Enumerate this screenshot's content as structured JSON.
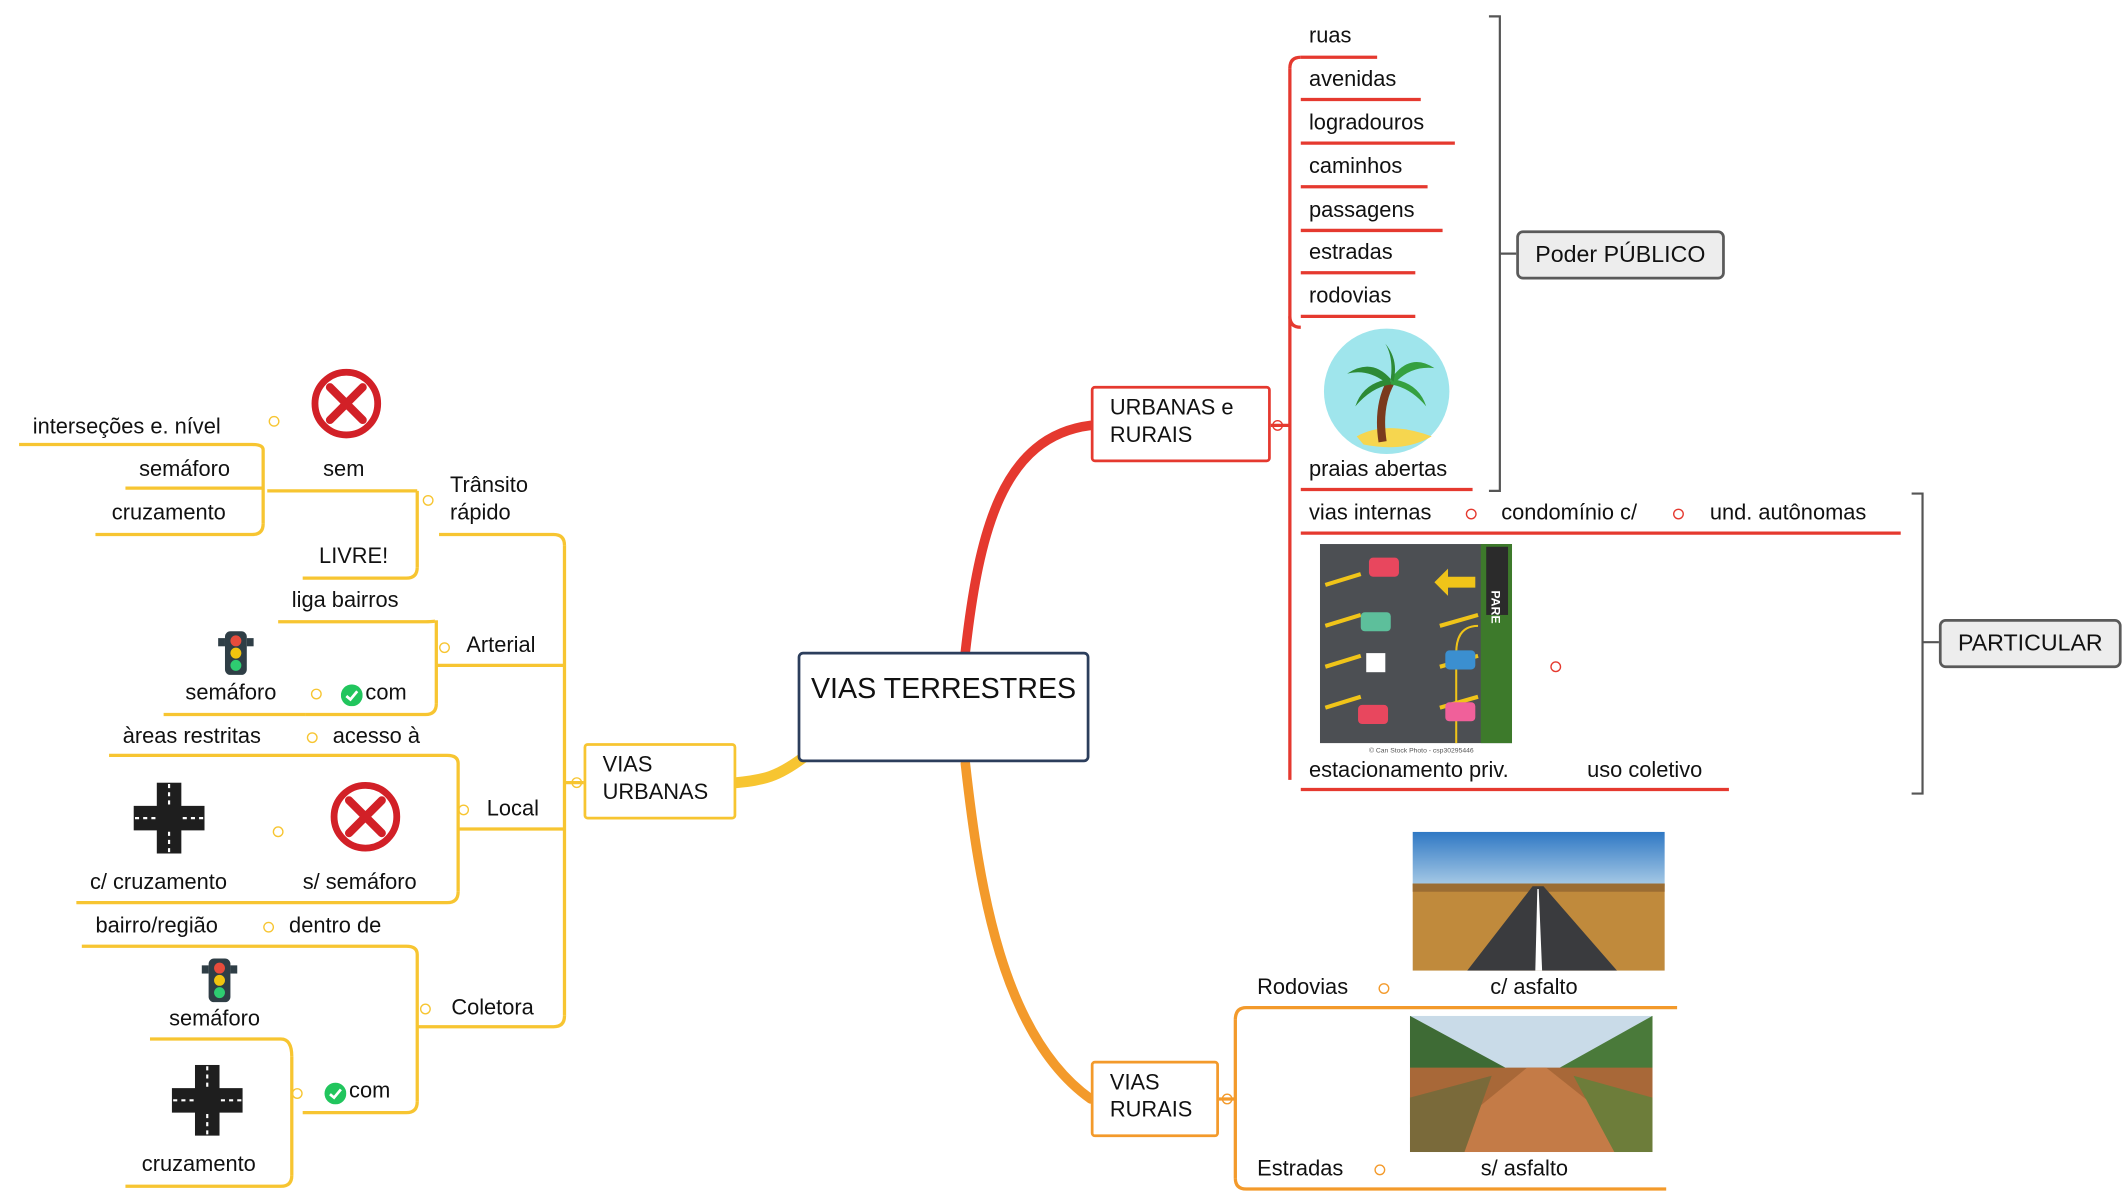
{
  "colors": {
    "central_border": "#2c3e5c",
    "urbanas_branch": "#e5392f",
    "rurais_branch": "#f39a2b",
    "vias_urbanas_branch": "#f7c531",
    "note_box": "#ededed"
  },
  "central": {
    "label": "VIAS TERRESTRES"
  },
  "urbanas_rurais": {
    "label": "URBANAS e RURAIS",
    "items": [
      "ruas",
      "avenidas",
      "logradouros",
      "caminhos",
      "passagens",
      "estradas",
      "rodovias"
    ],
    "praias": {
      "label": "praias abertas",
      "icon": "palm-tree-icon"
    },
    "vias_internas": {
      "label": "vias internas",
      "child": "condomínio c/",
      "grandchild": "und. autônomas"
    },
    "estacionamento": {
      "label": "estacionamento priv.",
      "child": "uso coletivo",
      "image": "parking-lot-illustration",
      "image_text": "PARE",
      "watermark": "© Can Stock Photo - csp30295446"
    },
    "poder_publico": "Poder PÚBLICO",
    "particular": "PARTICULAR"
  },
  "vias_rurais": {
    "label": "VIAS RURAIS",
    "rodovias": {
      "label": "Rodovias",
      "child": "c/ asfalto",
      "image": "paved-highway-photo"
    },
    "estradas": {
      "label": "Estradas",
      "child": "s/ asfalto",
      "image": "dirt-road-photo"
    }
  },
  "vias_urbanas": {
    "label": "VIAS URBANAS",
    "transito_rapido": {
      "label": "Trânsito rápido",
      "sem": {
        "label": "sem",
        "icon": "prohibited-icon",
        "items": [
          "interseções e. nível",
          "semáforo",
          "cruzamento"
        ]
      },
      "livre": "LIVRE!"
    },
    "arterial": {
      "label": "Arterial",
      "liga": "liga bairros",
      "com": {
        "label": "com",
        "icon": "check-icon",
        "child": "semáforo",
        "child_icon": "traffic-light-icon"
      }
    },
    "local": {
      "label": "Local",
      "acesso": {
        "label": "acesso à",
        "child": "àreas restritas"
      },
      "sem_semaforo": {
        "label": "s/ semáforo",
        "icon": "prohibited-icon",
        "child": "c/ cruzamento",
        "child_icon": "crossroad-icon"
      }
    },
    "coletora": {
      "label": "Coletora",
      "dentro": {
        "label": "dentro de",
        "child": "bairro/região"
      },
      "com": {
        "label": "com",
        "icon": "check-icon",
        "items": [
          "semáforo",
          "cruzamento"
        ],
        "item_icons": [
          "traffic-light-icon",
          "crossroad-icon"
        ]
      }
    }
  }
}
